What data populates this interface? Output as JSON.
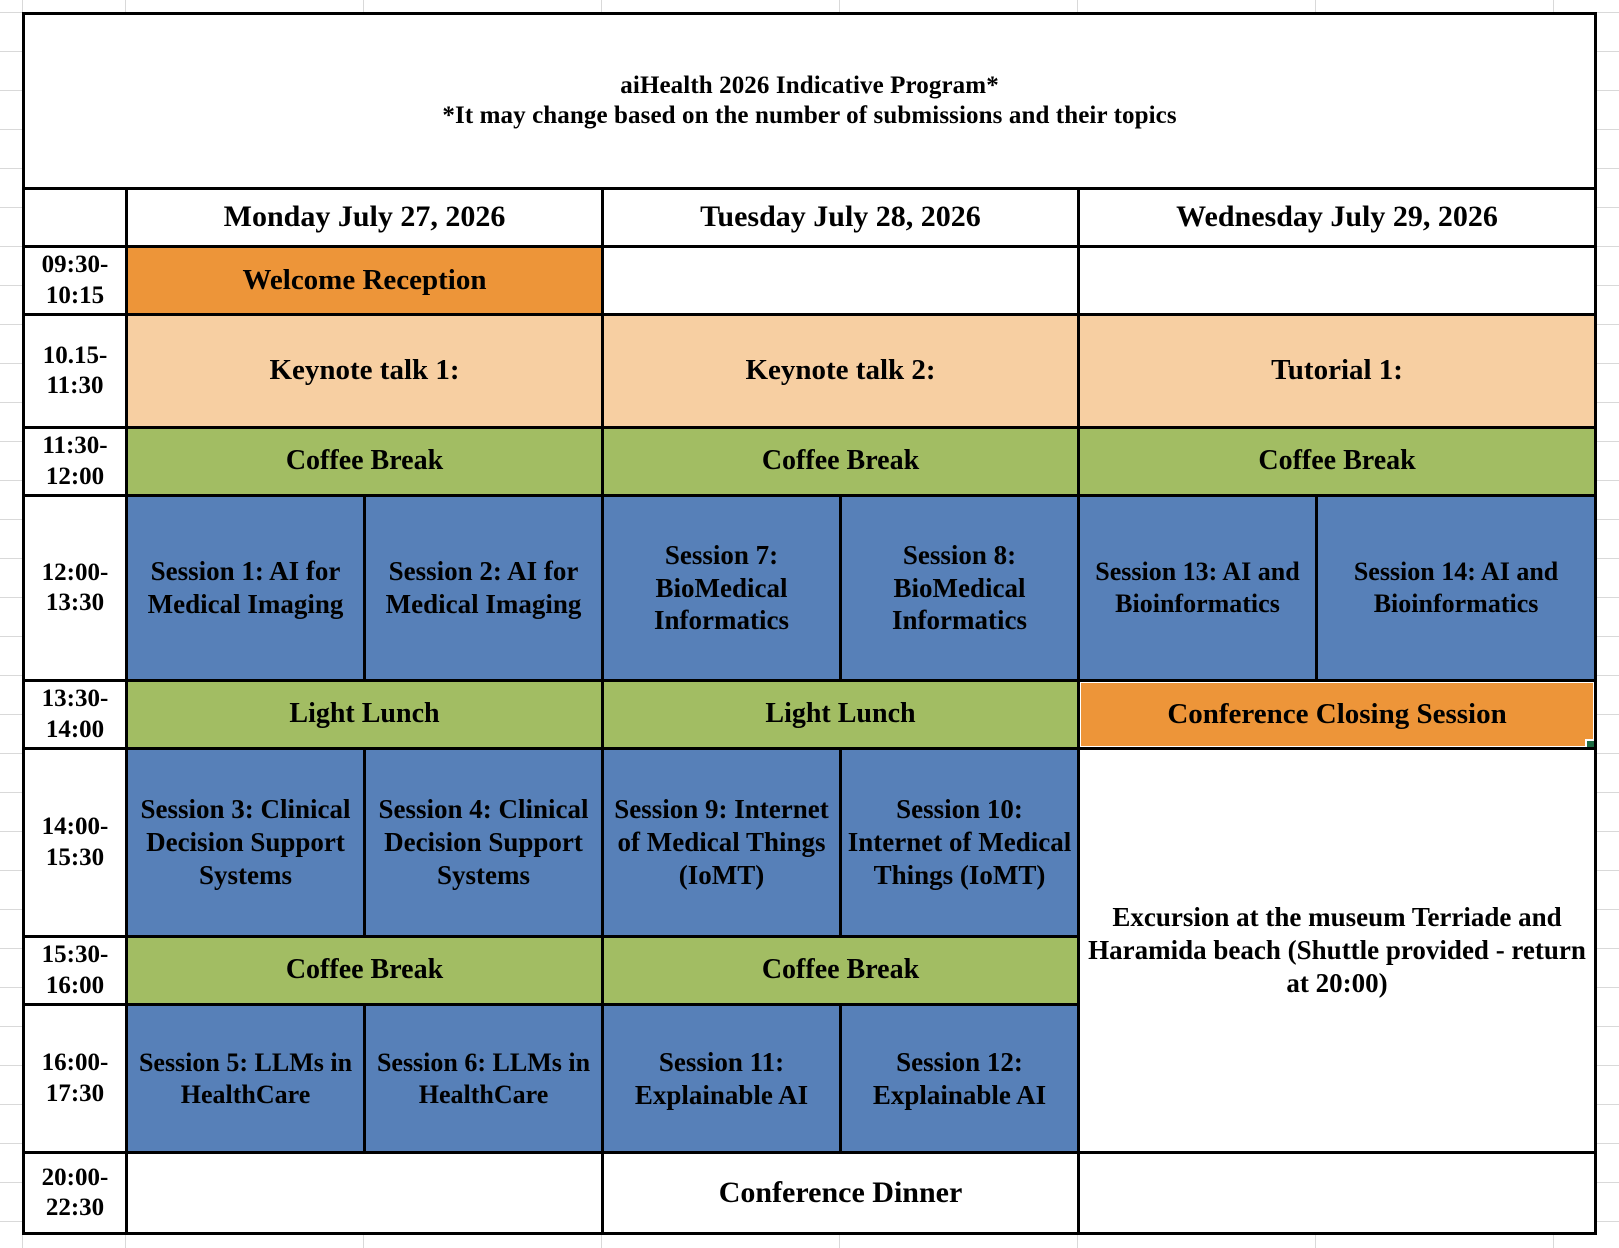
{
  "title": {
    "line1": "aiHealth 2026 Indicative Program*",
    "line2": "*It may change based on the number of submissions and their topics"
  },
  "colors": {
    "orange": "#ED9539",
    "peach": "#F7CFA2",
    "green": "#A2BD63",
    "blue": "#5780B8",
    "selection": "#1d6b42",
    "grid": "#000000"
  },
  "columns": {
    "time_header": "",
    "days": [
      "Monday July 27, 2026",
      "Tuesday July 28, 2026",
      "Wednesday July 29, 2026"
    ]
  },
  "times": {
    "r1": "09:30-10:15",
    "r2": "10.15-11:30",
    "r3": "11:30-12:00",
    "r4": "12:00-13:30",
    "r5": "13:30-14:00",
    "r6": "14:00-15:30",
    "r7": "15:30-16:00",
    "r8": "16:00-17:30",
    "r9": "20:00-22:30"
  },
  "cells": {
    "welcome_reception": "Welcome Reception",
    "keynote1": "Keynote talk 1:",
    "keynote2": "Keynote talk 2:",
    "tutorial1": "Tutorial 1:",
    "coffee_mon_am": "Coffee Break",
    "coffee_tue_am": "Coffee Break",
    "coffee_wed_am": "Coffee Break",
    "session1": "Session 1: AI for Medical Imaging",
    "session2": "Session 2: AI for Medical Imaging",
    "session7": "Session 7: BioMedical Informatics",
    "session8": "Session 8: BioMedical Informatics",
    "session13": "Session 13: AI and Bioinformatics",
    "session14": "Session 14: AI and Bioinformatics",
    "lunch_mon": "Light Lunch",
    "lunch_tue": "Light Lunch",
    "closing": "Conference Closing Session",
    "session3": "Session 3: Clinical Decision Support Systems",
    "session4": "Session 4: Clinical Decision Support Systems",
    "session9": "Session 9: Internet of Medical Things (IoMT)",
    "session10": "Session 10: Internet of Medical Things (IoMT)",
    "excursion": "Excursion at the museum Terriade and Haramida beach (Shuttle provided - return at 20:00)",
    "coffee_mon_pm": "Coffee Break",
    "coffee_tue_pm": "Coffee Break",
    "session5": "Session 5: LLMs in HealthCare",
    "session6": "Session 6: LLMs in HealthCare",
    "session11": "Session 11: Explainable AI",
    "session12": "Session 12: Explainable AI",
    "conference_dinner": "Conference Dinner"
  },
  "selection": {
    "selected_cell": "Conference Closing Session"
  }
}
